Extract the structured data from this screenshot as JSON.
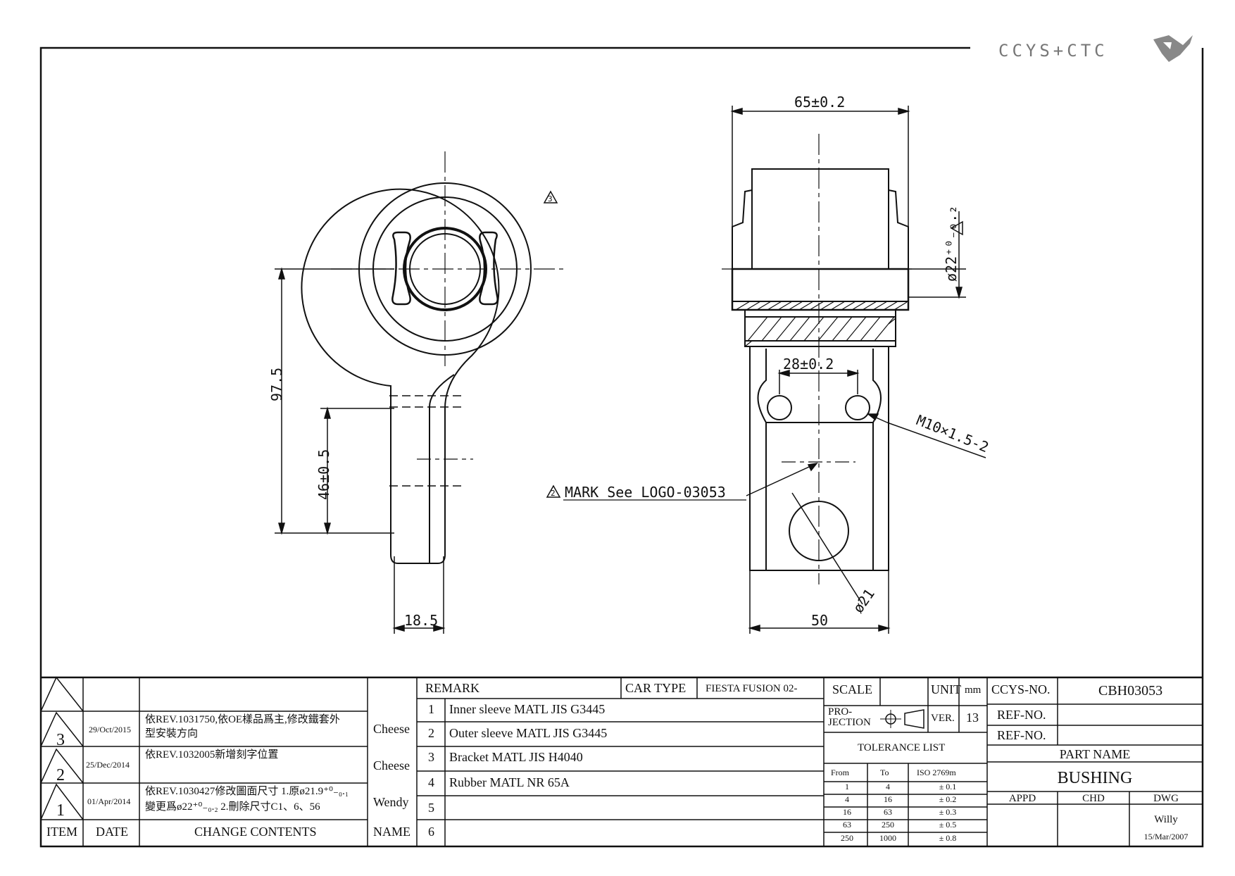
{
  "brand": {
    "logo_text": "CCYS+CTC"
  },
  "drawing": {
    "dims": {
      "overall_width": "65±0.2",
      "height_total": "97.5",
      "height_lower": "46±0.5",
      "bracket_thickness": "18.5",
      "hole_spacing": "28±0.2",
      "thread": "M10×1.5-2",
      "bore": "ø21",
      "base_width": "50",
      "outer_dia": "ø22⁺⁰₋₀.₂"
    },
    "rev_marker": "3",
    "mark_note": "MARK See LOGO-03053",
    "mark_rev": "2"
  },
  "revisions": [
    {
      "item": "3",
      "date": "29/Oct/2015",
      "content_line1": "依REV.1031750,依OE樣品爲主,修改鐵套外",
      "content_line2": "型安裝方向",
      "name": "Cheese"
    },
    {
      "item": "2",
      "date": "25/Dec/2014",
      "content_line1": "依REV.1032005新增刻字位置",
      "content_line2": "",
      "name": "Cheese"
    },
    {
      "item": "1",
      "date": "01/Apr/2014",
      "content_line1": "依REV.1030427修改圖面尺寸 1.原ø21.9⁺⁰₋₀.₁",
      "content_line2": "變更爲ø22⁺⁰₋₀.₂ 2.刪除尺寸C1、6、56",
      "name": "Wendy"
    }
  ],
  "rev_headers": {
    "item": "ITEM",
    "date": "DATE",
    "contents": "CHANGE CONTENTS",
    "name": "NAME"
  },
  "remark": {
    "label": "REMARK",
    "car_type_label": "CAR TYPE",
    "car_type": "FIESTA FUSION 02-",
    "items": [
      {
        "no": "1",
        "text": "Inner sleeve MATL JIS G3445"
      },
      {
        "no": "2",
        "text": "Outer sleeve MATL JIS G3445"
      },
      {
        "no": "3",
        "text": "Bracket MATL JIS H4040"
      },
      {
        "no": "4",
        "text": "Rubber MATL NR 65A"
      },
      {
        "no": "5",
        "text": ""
      },
      {
        "no": "6",
        "text": ""
      }
    ]
  },
  "spec": {
    "scale_label": "SCALE",
    "unit_label": "UNIT",
    "unit": "mm",
    "projection_label": "PRO-JECTION",
    "ver_label": "VER.",
    "ver": "13",
    "tolerance_title": "TOLERANCE LIST",
    "tol_headers": {
      "from": "From",
      "to": "To",
      "iso": "ISO 2769m"
    },
    "tolerances": [
      {
        "from": "1",
        "to": "4",
        "tol": "± 0.1"
      },
      {
        "from": "4",
        "to": "16",
        "tol": "± 0.2"
      },
      {
        "from": "16",
        "to": "63",
        "tol": "± 0.3"
      },
      {
        "from": "63",
        "to": "250",
        "tol": "± 0.5"
      },
      {
        "from": "250",
        "to": "1000",
        "tol": "± 0.8"
      }
    ]
  },
  "title_block": {
    "ccys_no_label": "CCYS-NO.",
    "ccys_no": "CBH03053",
    "ref_no_label_1": "REF-NO.",
    "ref_no_label_2": "REF-NO.",
    "part_name_label": "PART NAME",
    "part_name": "BUSHING",
    "appd_label": "APPD",
    "chd_label": "CHD",
    "dwg_label": "DWG",
    "dwg_by": "Willy",
    "dwg_date": "15/Mar/2007"
  }
}
